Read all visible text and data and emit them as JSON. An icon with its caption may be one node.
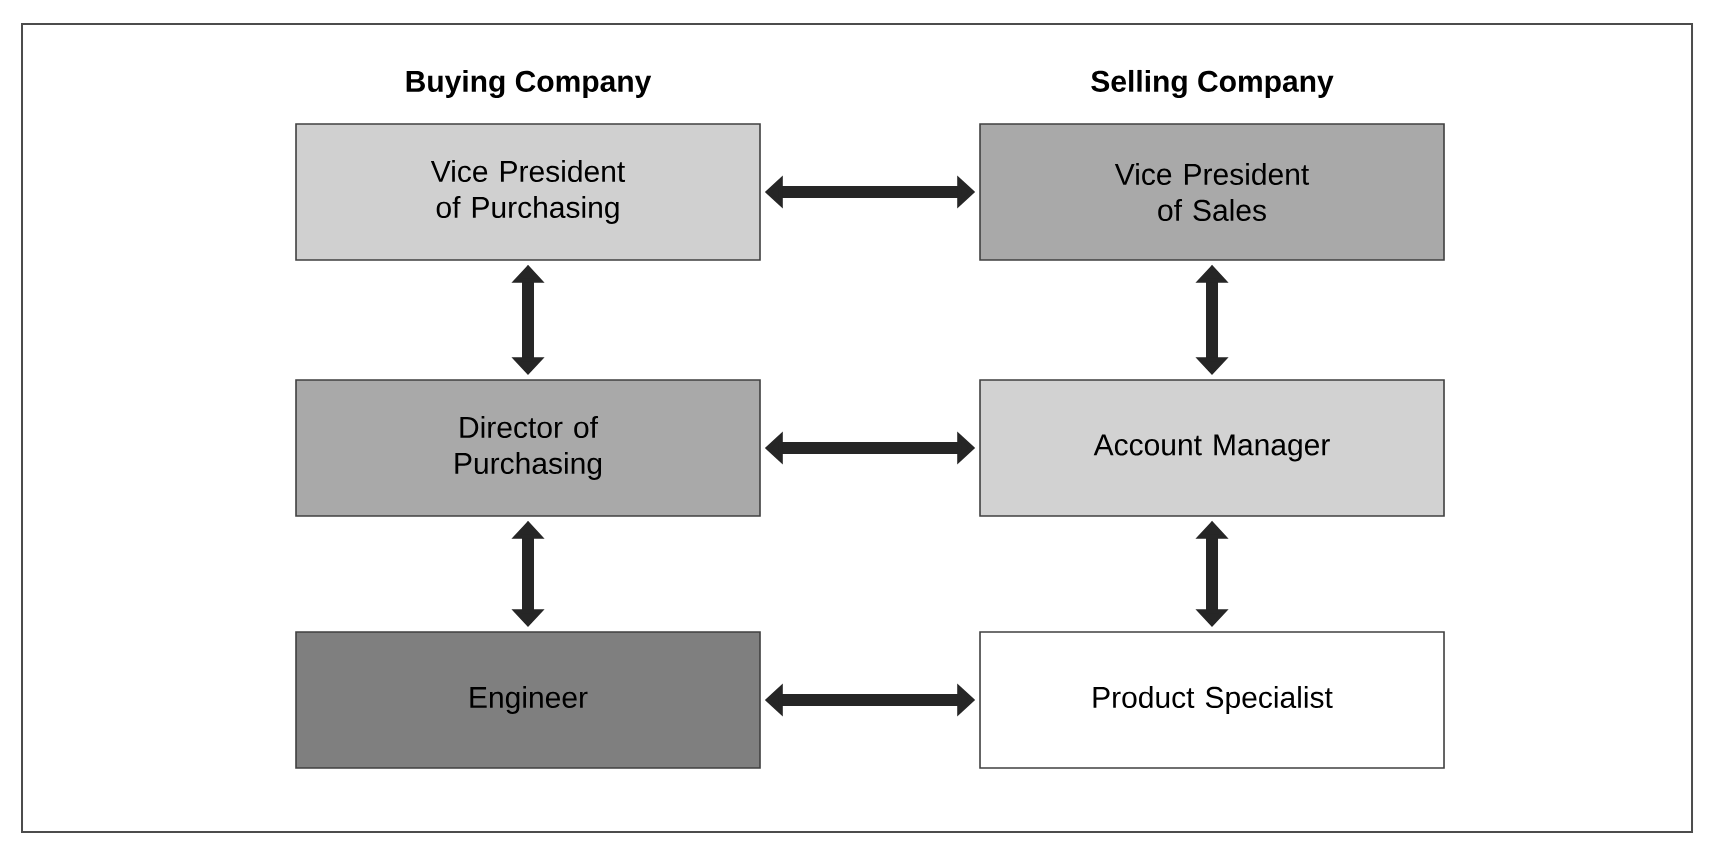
{
  "diagram": {
    "nodes": [
      {
        "text": [
          "Vice President of Purchasing"
        ]
      },
      {
        "text": [
          "Vice President of Sales"
        ]
      },
      {
        "text": [
          "Director of Purchasing"
        ]
      },
      {
        "text": [
          "Account Manager"
        ]
      },
      {
        "text": [
          "Engineer"
        ]
      },
      {
        "text": [
          "Product Specialist"
        ]
      }
    ],
    "edges": [
      {
        "from": 0,
        "to": 1,
        "arrow": "both"
      },
      {
        "from": 0,
        "to": 2,
        "arrow": "both"
      },
      {
        "from": 1,
        "to": 3,
        "arrow": "both"
      },
      {
        "from": 2,
        "to": 3,
        "arrow": "both"
      },
      {
        "from": 2,
        "to": 4,
        "arrow": "both"
      },
      {
        "from": 3,
        "to": 5,
        "arrow": "both"
      },
      {
        "from": 4,
        "to": 5,
        "arrow": "both"
      }
    ],
    "labels": [
      "Buying Company",
      "Selling Company"
    ]
  }
}
